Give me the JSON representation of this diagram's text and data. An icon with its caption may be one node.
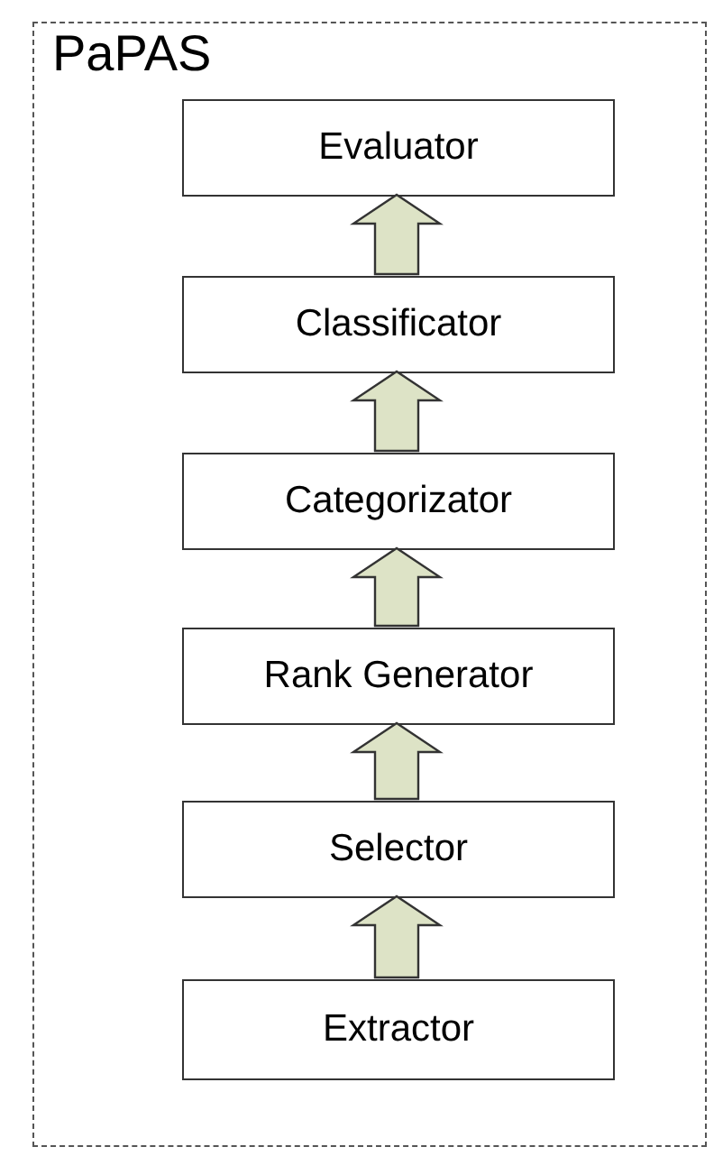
{
  "diagram": {
    "nodes": [
      {
        "text": [
          "PaPAS"
        ]
      },
      {
        "text": [
          "Evaluator"
        ],
        "in": 0
      },
      {
        "text": [
          "Classificator"
        ],
        "in": 0
      },
      {
        "text": [
          "Categorizator"
        ],
        "in": 0
      },
      {
        "text": [
          "Rank Generator"
        ],
        "in": 0
      },
      {
        "text": [
          "Selector"
        ],
        "in": 0
      },
      {
        "text": [
          "Extractor"
        ],
        "in": 0
      }
    ],
    "edges": [
      {
        "from": 6,
        "to": 5,
        "arrow": "to"
      },
      {
        "from": 5,
        "to": 4,
        "arrow": "to"
      },
      {
        "from": 4,
        "to": 3,
        "arrow": "to"
      },
      {
        "from": 3,
        "to": 2,
        "arrow": "to"
      },
      {
        "from": 2,
        "to": 1,
        "arrow": "to"
      }
    ]
  }
}
